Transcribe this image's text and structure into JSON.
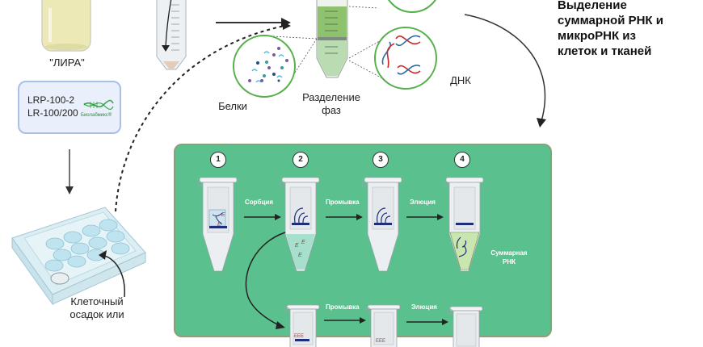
{
  "title": "Выделение суммарной РНК  и микроРНК из клеток и тканей",
  "title_lines": [
    "Выделение",
    "суммарной РНК  и",
    "микроРНК из",
    "клеток и тканей"
  ],
  "reagent": {
    "label": "\"ЛИРА\"",
    "color": "#eae7b4"
  },
  "kit": {
    "codes": [
      "LRP-100-2",
      "LR-100/200"
    ],
    "brand": "Биолабмикс",
    "brand_mark": "®"
  },
  "sample": {
    "label_lines": [
      "Клеточный",
      "осадок или"
    ]
  },
  "phase_separation": {
    "label_lines": [
      "Разделение",
      "фаз"
    ],
    "proteins_label": "Белки",
    "dna_label": "ДНК"
  },
  "protocol": {
    "panel_color": "#5ac18e",
    "steps": [
      {
        "number": "1"
      },
      {
        "number": "2"
      },
      {
        "number": "3"
      },
      {
        "number": "4"
      }
    ],
    "top_arrows": [
      "Сорбция",
      "Промывка",
      "Элюция"
    ],
    "bottom_arrows": [
      "Промывка",
      "Элюция"
    ],
    "result_label_lines": [
      "Суммарная",
      "РНК"
    ],
    "enzyme_letter": "E"
  }
}
